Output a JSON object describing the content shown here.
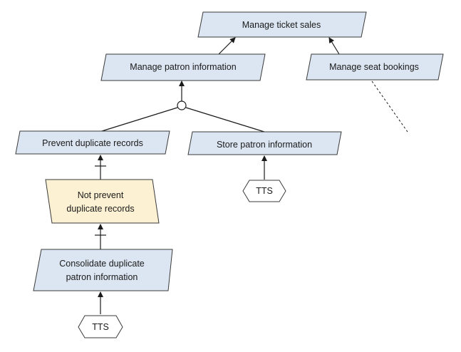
{
  "colors": {
    "goal_fill": "#dce6f2",
    "obstacle_fill": "#fdf1d3",
    "agent_fill": "#ffffff",
    "stroke": "#3a3a3a"
  },
  "nodes": {
    "manage_ticket_sales": "Manage ticket sales",
    "manage_patron_information": "Manage patron information",
    "manage_seat_bookings": "Manage seat bookings",
    "prevent_duplicate_records": "Prevent duplicate records",
    "store_patron_information": "Store patron information",
    "not_prevent_duplicate_records": [
      "Not prevent",
      "duplicate records"
    ],
    "consolidate_duplicate_patron_information": [
      "Consolidate duplicate",
      "patron information"
    ],
    "agent_store": "TTS",
    "agent_consolidate": "TTS"
  }
}
